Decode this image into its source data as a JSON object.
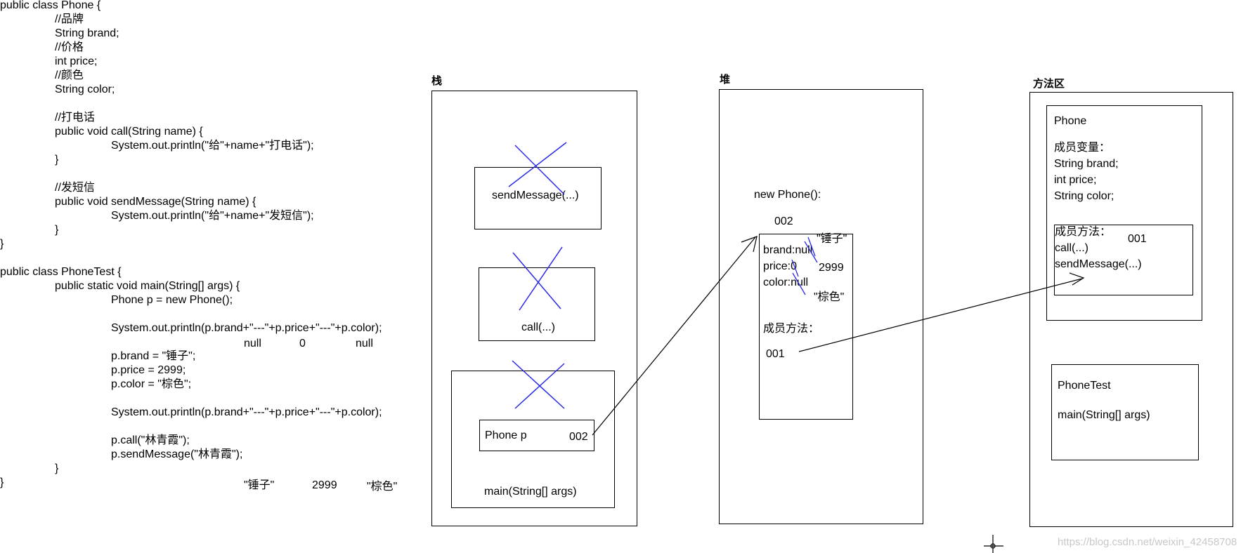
{
  "code": {
    "lines": [
      "public class Phone {",
      "//品牌",
      "String brand;",
      "//价格",
      "int price;",
      "//颜色",
      "String color;",
      "",
      "//打电话",
      "public void call(String name) {",
      "System.out.println(\"给\"+name+\"打电话\");",
      "}",
      "",
      "//发短信",
      "public void sendMessage(String name) {",
      "System.out.println(\"给\"+name+\"发短信\");",
      "}",
      "}",
      "",
      "public class PhoneTest {",
      "public static void main(String[] args) {",
      "Phone p = new Phone();",
      "",
      "System.out.println(p.brand+\"---\"+p.price+\"---\"+p.color);",
      "",
      "p.brand = \"锤子\";",
      "p.price = 2999;",
      "p.color = \"棕色\";",
      "",
      "System.out.println(p.brand+\"---\"+p.price+\"---\"+p.color);",
      "",
      "p.call(\"林青霞\");",
      "p.sendMessage(\"林青霞\");",
      "}",
      "}"
    ],
    "output1": [
      "null",
      "0",
      "null"
    ],
    "output2": [
      "\"锤子\"",
      "2999",
      "\"棕色\""
    ]
  },
  "stack": {
    "title": "栈",
    "frame_sendmessage": "sendMessage(...)",
    "frame_call": "call(...)",
    "frame_main": "main(String[] args)",
    "var_name": "Phone p",
    "var_value": "002"
  },
  "heap": {
    "title": "堆",
    "new_label": "new Phone():",
    "address": "002",
    "brand_field": "brand:null",
    "price_field": "price:0",
    "color_field": "color:null",
    "brand_new": "\"锤子\"",
    "price_new": "2999",
    "color_new": "\"棕色\"",
    "methods_label": "成员方法：",
    "methods_addr": "001"
  },
  "method_area": {
    "title": "方法区",
    "phone_class": "Phone",
    "fields_label": "成员变量：",
    "fields": [
      "String brand;",
      "int price;",
      "String color;"
    ],
    "methods_label": "成员方法：",
    "methods_addr": "001",
    "methods": [
      "call(...)",
      "sendMessage(...)"
    ],
    "test_class": "PhoneTest",
    "test_method": "main(String[] args)"
  },
  "watermark": "https://blog.csdn.net/weixin_42458708"
}
